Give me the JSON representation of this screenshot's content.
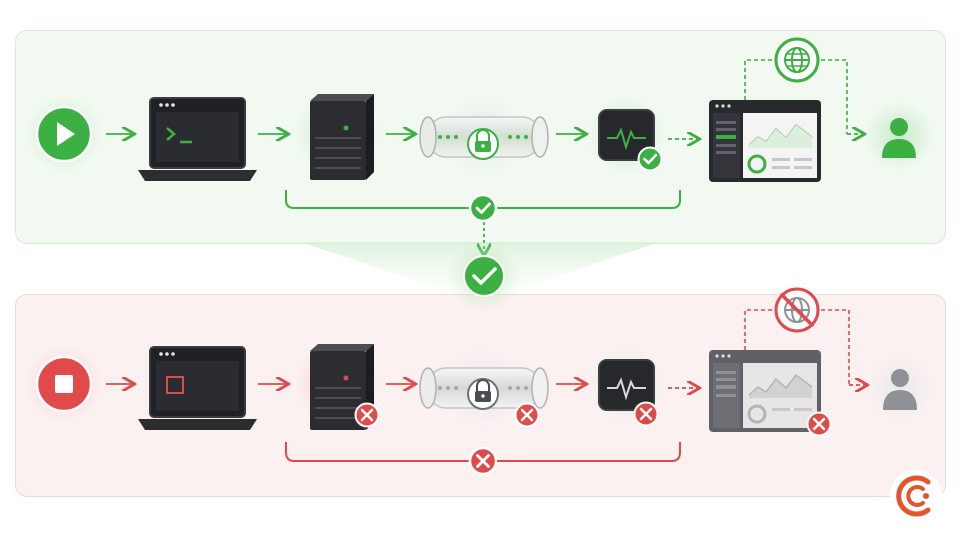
{
  "colors": {
    "success": "#3cb043",
    "success_dark": "#2e9a37",
    "success_bg": "#f1f9f1",
    "failure": "#e14a4a",
    "failure_bg": "#fbf1f1",
    "device_dark": "#2b2d31",
    "neutral_gray": "#8e9196",
    "brand": "#e2552d"
  },
  "flows": [
    {
      "id": "success-flow",
      "status": "success",
      "steps": [
        "start-button",
        "terminal-laptop",
        "server",
        "encrypted-tunnel",
        "monitor",
        "dashboard",
        "user"
      ],
      "step_badges": {
        "monitor": "check-icon"
      },
      "uplink": "globe-icon",
      "summary_badge": "check-icon"
    },
    {
      "id": "failure-flow",
      "status": "failure",
      "steps": [
        "stop-button",
        "terminal-laptop",
        "server",
        "encrypted-tunnel",
        "monitor",
        "dashboard",
        "user"
      ],
      "step_badges": {
        "server": "x-icon",
        "encrypted-tunnel": "x-icon",
        "monitor": "x-icon",
        "dashboard": "x-icon"
      },
      "uplink": "globe-blocked-icon",
      "summary_badge": "x-icon"
    }
  ],
  "transition_badge": "check-icon",
  "brand_logo": "brand-c-logo"
}
